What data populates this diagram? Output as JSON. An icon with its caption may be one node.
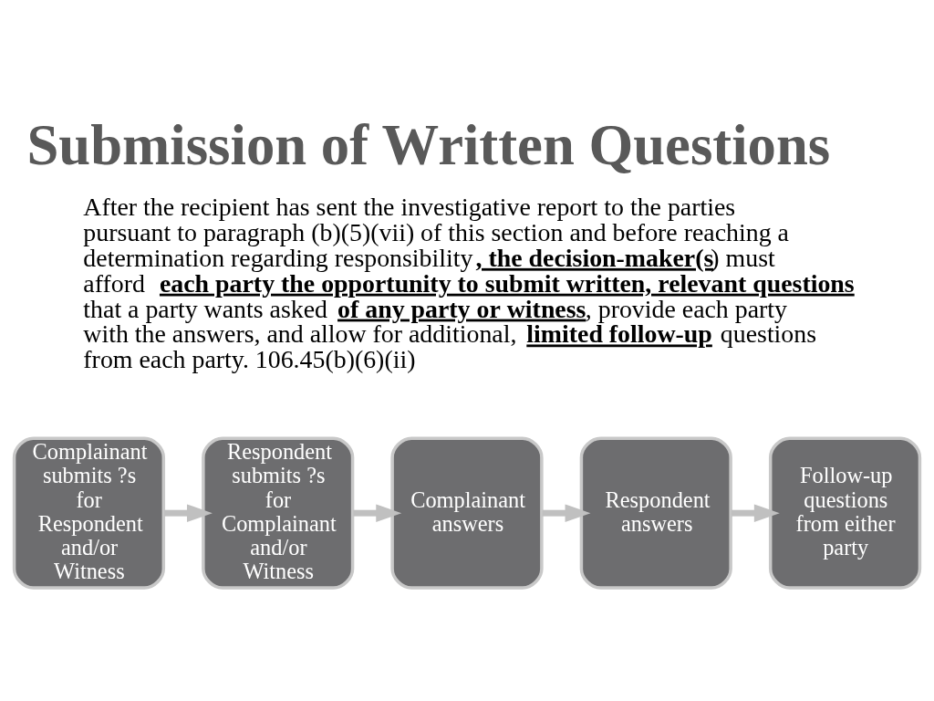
{
  "diagram": {
    "title": "Submission of Written Questions",
    "nodes": [
      {
        "text": [
          "Complainant submits ?s for Respondent and/or Witness"
        ]
      },
      {
        "text": [
          "Respondent submits ?s for Complainant and/or Witness"
        ]
      },
      {
        "text": [
          "Complainant answers"
        ]
      },
      {
        "text": [
          "Respondent answers"
        ]
      },
      {
        "text": [
          "Follow-up questions from either party"
        ]
      }
    ],
    "edges": [
      {
        "from": 0,
        "to": 1,
        "arrow": "to"
      },
      {
        "from": 1,
        "to": 2,
        "arrow": "to"
      },
      {
        "from": 2,
        "to": 3,
        "arrow": "to"
      },
      {
        "from": 3,
        "to": 4,
        "arrow": "to"
      }
    ],
    "labels": [
      "After the recipient has sent the investigative report to the parties pursuant to paragraph (b)(5)(vii) of this section and before reaching a determination regarding responsibility**, the decision-maker(s**) must afford **each party the opportunity to submit written, relevant questions** that a party wants asked **of any party or witness**, provide each party with the answers, and allow for additional, **limited follow-up** questions from each party. 106.45(b)(6)(ii)"
    ]
  }
}
